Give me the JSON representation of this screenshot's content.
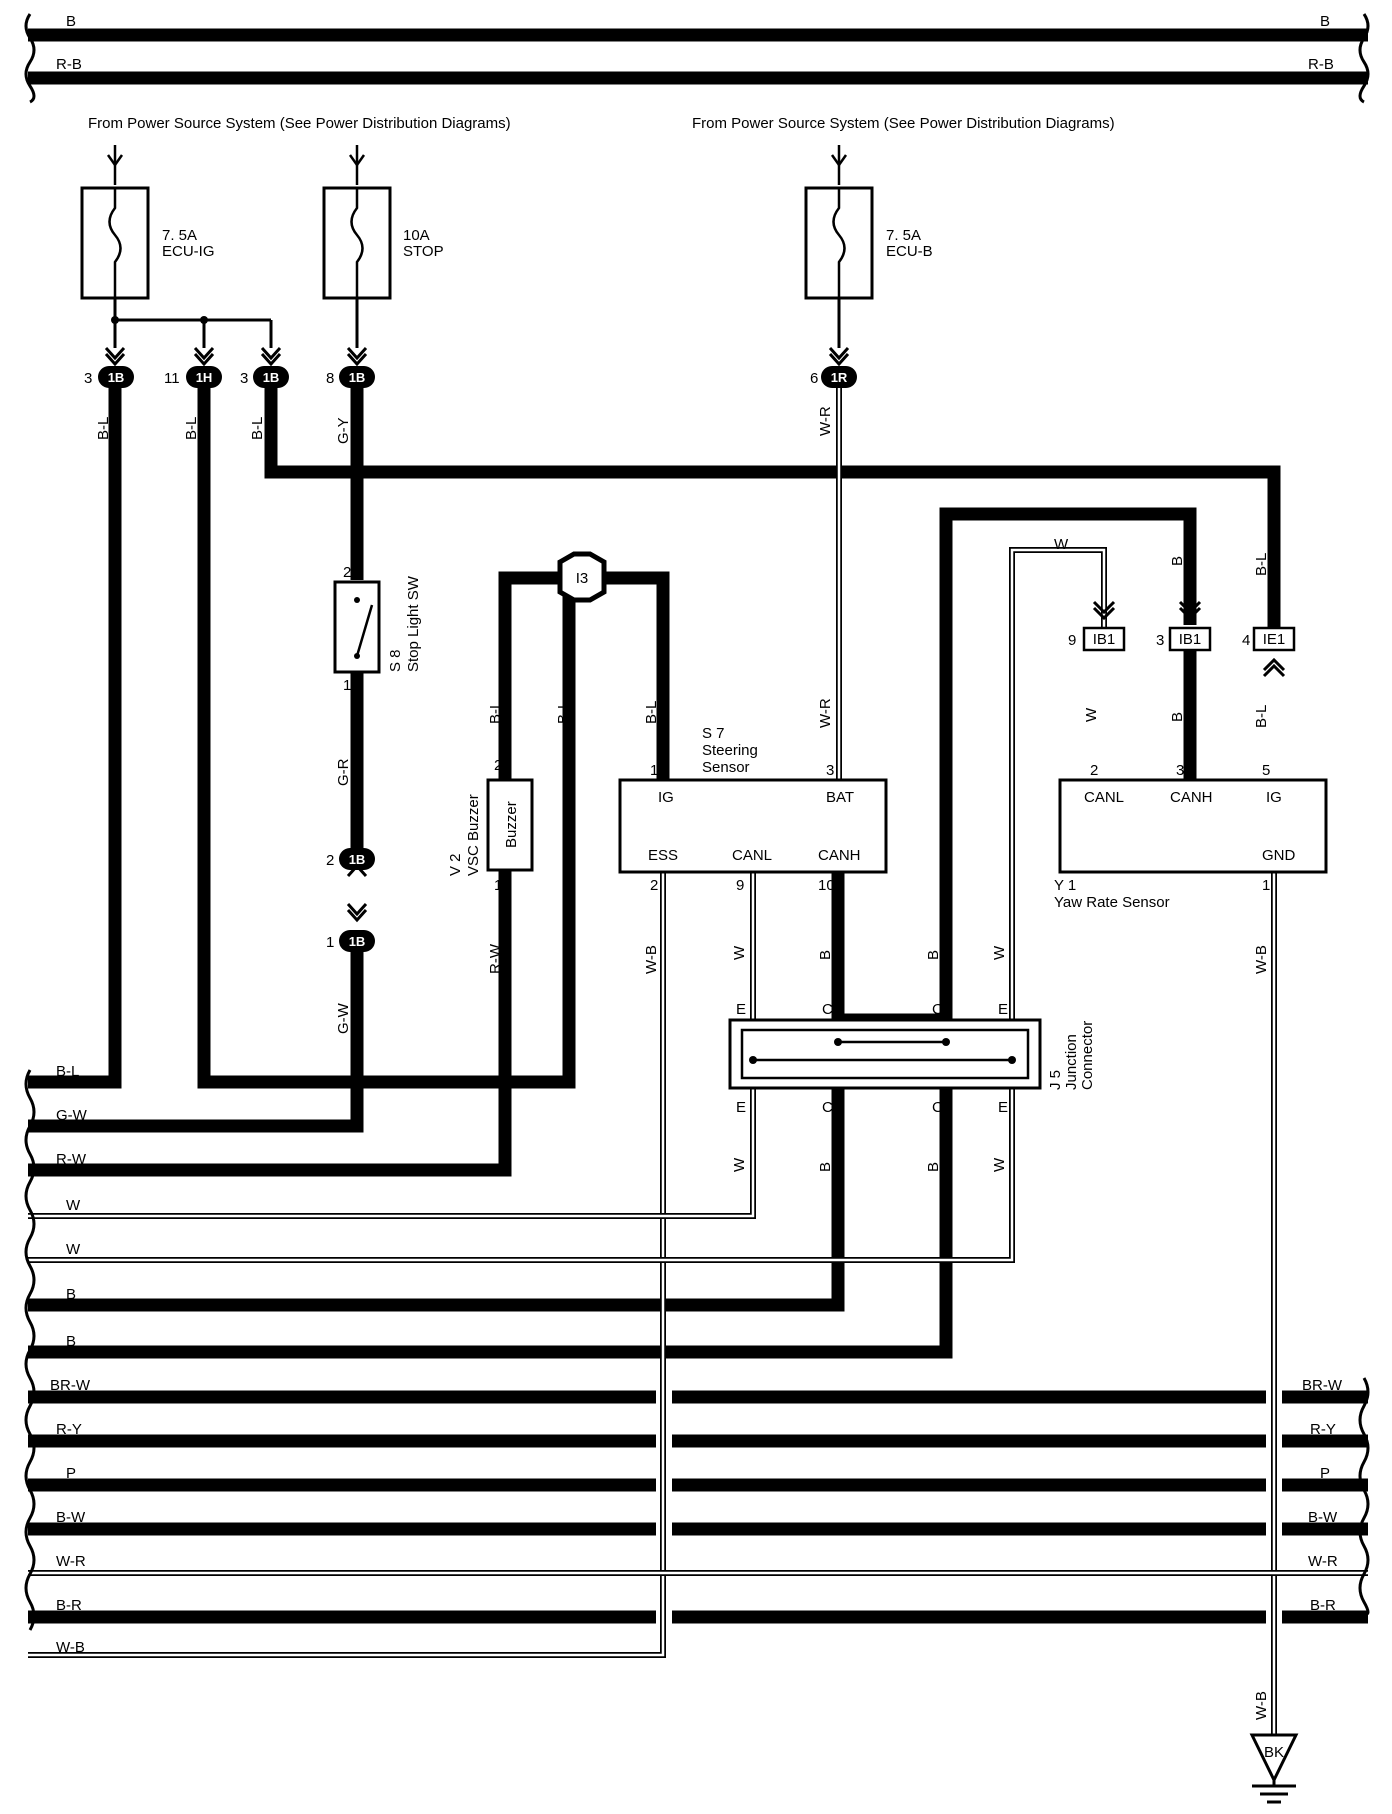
{
  "power_source": {
    "label_left": "From Power Source System (See Power Distribution Diagrams)",
    "label_right": "From Power Source System (See Power Distribution Diagrams)"
  },
  "fuses": [
    {
      "amp": "7. 5A",
      "name": "ECU-IG"
    },
    {
      "amp": "10A",
      "name": "STOP"
    },
    {
      "amp": "7. 5A",
      "name": "ECU-B"
    }
  ],
  "connectors": {
    "c1": {
      "pin": "3",
      "id": "1B"
    },
    "c2": {
      "pin": "11",
      "id": "1H"
    },
    "c3": {
      "pin": "3",
      "id": "1B"
    },
    "c4": {
      "pin": "8",
      "id": "1B"
    },
    "c5": {
      "pin": "6",
      "id": "1R"
    },
    "c6": {
      "pin": "2",
      "id": "1B"
    },
    "c7": {
      "pin": "1",
      "id": "1B"
    },
    "ib1a": {
      "pin": "9",
      "id": "IB1"
    },
    "ib1b": {
      "pin": "3",
      "id": "IB1"
    },
    "ie1": {
      "pin": "4",
      "id": "IE1"
    },
    "i3": {
      "id": "I3"
    }
  },
  "wire_colors": {
    "bl": "B-L",
    "gy": "G-Y",
    "wr": "W-R",
    "gr": "G-R",
    "gw": "G-W",
    "rw": "R-W",
    "wb": "W-B",
    "w": "W",
    "b": "B"
  },
  "switch": {
    "pin_top": "2",
    "pin_bottom": "1",
    "code": "S 8",
    "name": "Stop Light SW"
  },
  "buzzer": {
    "pin_top": "2",
    "pin_bottom": "1",
    "code": "V 2",
    "name": "VSC Buzzer",
    "label": "Buzzer"
  },
  "steering_sensor": {
    "code": "S 7",
    "name1": "Steering",
    "name2": "Sensor",
    "ig": "IG",
    "bat": "BAT",
    "ess": "ESS",
    "canl": "CANL",
    "canh": "CANH",
    "pin_ig": "1",
    "pin_bat": "3",
    "pin_ess": "2",
    "pin_canl": "9",
    "pin_canh": "10"
  },
  "yaw_sensor": {
    "code": "Y 1",
    "name": "Yaw Rate Sensor",
    "canl": "CANL",
    "canh": "CANH",
    "ig": "IG",
    "gnd": "GND",
    "pin_canl": "2",
    "pin_canh": "3",
    "pin_ig": "5",
    "pin_gnd": "1"
  },
  "junction": {
    "code": "J 5",
    "name1": "Junction",
    "name2": "Connector",
    "pin_e": "E",
    "pin_c": "C"
  },
  "ground": {
    "label": "BK"
  },
  "bus_top": [
    {
      "left": "B",
      "right": "B"
    },
    {
      "left": "R-B",
      "right": "R-B"
    }
  ],
  "bus_left": [
    "B-L",
    "G-W",
    "R-W",
    "W",
    "W",
    "B",
    "B"
  ],
  "bus_bottom": [
    {
      "left": "BR-W",
      "right": "BR-W"
    },
    {
      "left": "R-Y",
      "right": "R-Y"
    },
    {
      "left": "P",
      "right": "P"
    },
    {
      "left": "B-W",
      "right": "B-W"
    },
    {
      "left": "W-R",
      "right": "W-R"
    },
    {
      "left": "B-R",
      "right": "B-R"
    },
    {
      "left": "W-B",
      "right": ""
    }
  ]
}
